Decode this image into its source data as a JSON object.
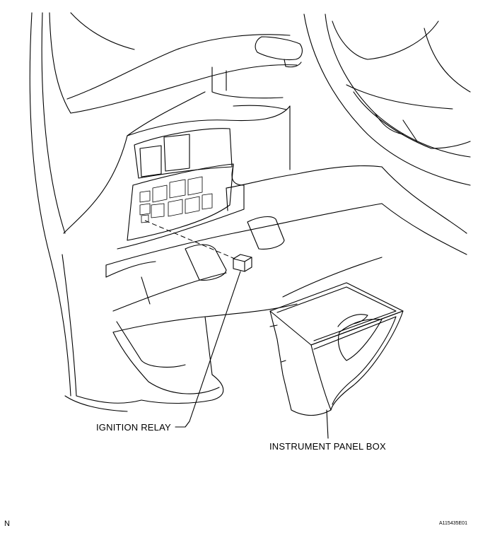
{
  "labels": {
    "ignition_relay": "IGNITION RELAY",
    "instrument_panel_box": "INSTRUMENT PANEL BOX",
    "corner_letter": "N",
    "figure_id": "A115435E01"
  },
  "colors": {
    "line": "#000000",
    "background": "#ffffff",
    "relay_fill": "#ffffff"
  }
}
